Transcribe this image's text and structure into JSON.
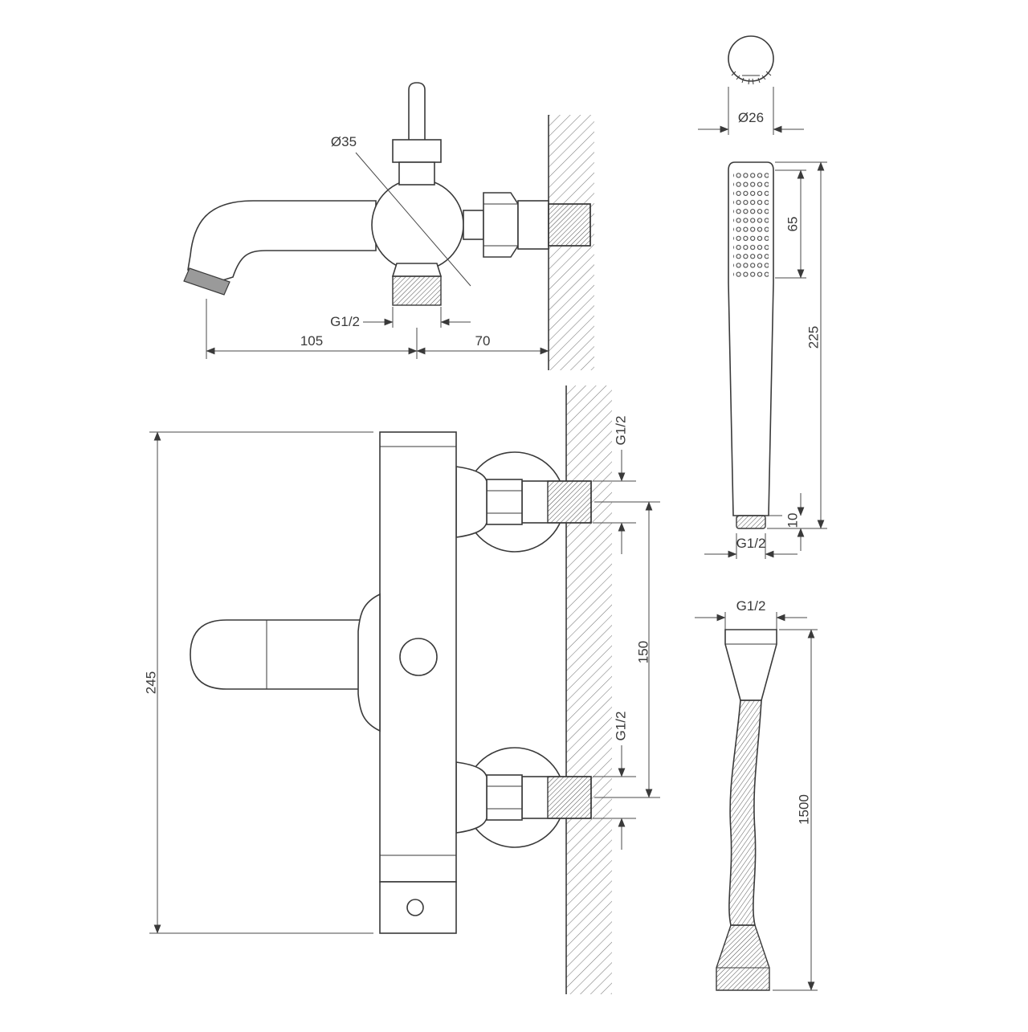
{
  "views": {
    "spout_side": {
      "diameter": "Ø35",
      "outlet_thread": "G1/2",
      "spout_length": "105",
      "wall_distance": "70"
    },
    "mixer_front": {
      "height": "245",
      "top_thread": "G1/2",
      "inlet_spacing": "150",
      "bottom_thread": "G1/2"
    },
    "handshower": {
      "head_diameter": "Ø26",
      "spray_face_length": "65",
      "total_length": "225",
      "outlet_height": "10",
      "thread": "G1/2"
    },
    "hose": {
      "thread": "G1/2",
      "length": "1500"
    }
  },
  "colors": {
    "line": "#3a3a3a",
    "dimension": "#4a4a4a",
    "background": "#ffffff"
  }
}
